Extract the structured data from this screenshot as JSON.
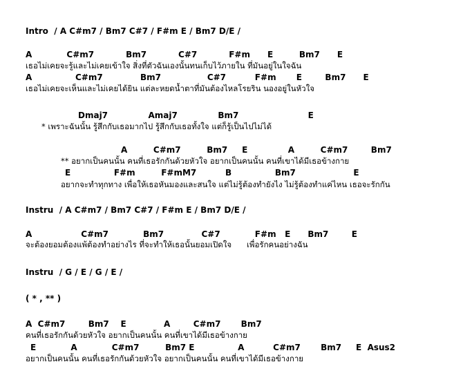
{
  "sheet": {
    "intro": "Intro  / A C#m7 / Bm7 C#7 / F#m E / Bm7 D/E /",
    "v1_c1": "A            C#m7           Bm7           C#7           F#m      E         Bm7      E",
    "v1_l1": "เธอไม่เคยจะรู้และไม่เคยเข้าใจ สิ่งที่ตัวฉันเองนั้นทนเก็บไว้ภายใน ที่มันอยู่ในใจฉัน",
    "v1_c2": "A               C#m7             Bm7                C#7          F#m       E        Bm7      E",
    "v1_l2": "เธอไม่เคยจะเห็นและไม่เคยได้ยิน แต่ละหยดน้ำตาที่มันต้องไหลโรยริน นองอยู่ในหัวใจ",
    "pre_c": "Dmaj7              Amaj7              Bm7                        E",
    "pre_l": "* เพราะฉันนั้น รู้สึกกับเธอมากไป รู้สึกกับเธอทั้งใจ แต่ก็รู้เป็นไปไม่ได้",
    "ch_c1": "A         C#m7         Bm7     E              A         C#m7        Bm7",
    "ch_l1": "** อยากเป็นคนนั้น คนที่เธอรักกันด้วยหัวใจ อยากเป็นคนนั้น คนที่เขาได้มีเธอข้างกาย",
    "ch_c2": "E               F#m         F#mM7          B               Bm7                    E",
    "ch_l2": "อยากจะทำทุกทาง เพื่อให้เธอหันมองและสนใจ แต่ไม่รู้ต้องทำยังไง ไม่รู้ต้องทำแค่ไหน เธอจะรักกัน",
    "instru1": "Instru  / A C#m7 / Bm7 C#7 / F#m E / Bm7 D/E /",
    "v3_c": "A                 C#m7            Bm7             C#7            F#m   E      Bm7        E",
    "v3_l": "จะต้องยอมต้องแพ้ต้องทำอย่างไร ที่จะทำให้เธอนั้นยอมเปิดใจ      เพื่อรักคนอย่างฉัน",
    "instru2": "Instru  / G / E / G / E /",
    "repeat": "( * , ** )",
    "end_c1": "A  C#m7        Bm7    E             A        C#m7       Bm7",
    "end_l1": "คนที่เธอรักกันด้วยหัวใจ อยากเป็นคนนั้น คนที่เขาได้มีเธอข้างกาย",
    "end_c2": "E            A            C#m7         Bm7 E               A          C#m7       Bm7     E  Asus2",
    "end_l2": "อยากเป็นคนนั้น คนที่เธอรักกันด้วยหัวใจ อยากเป็นคนนั้น คนที่เขาได้มีเธอข้างกาย"
  }
}
